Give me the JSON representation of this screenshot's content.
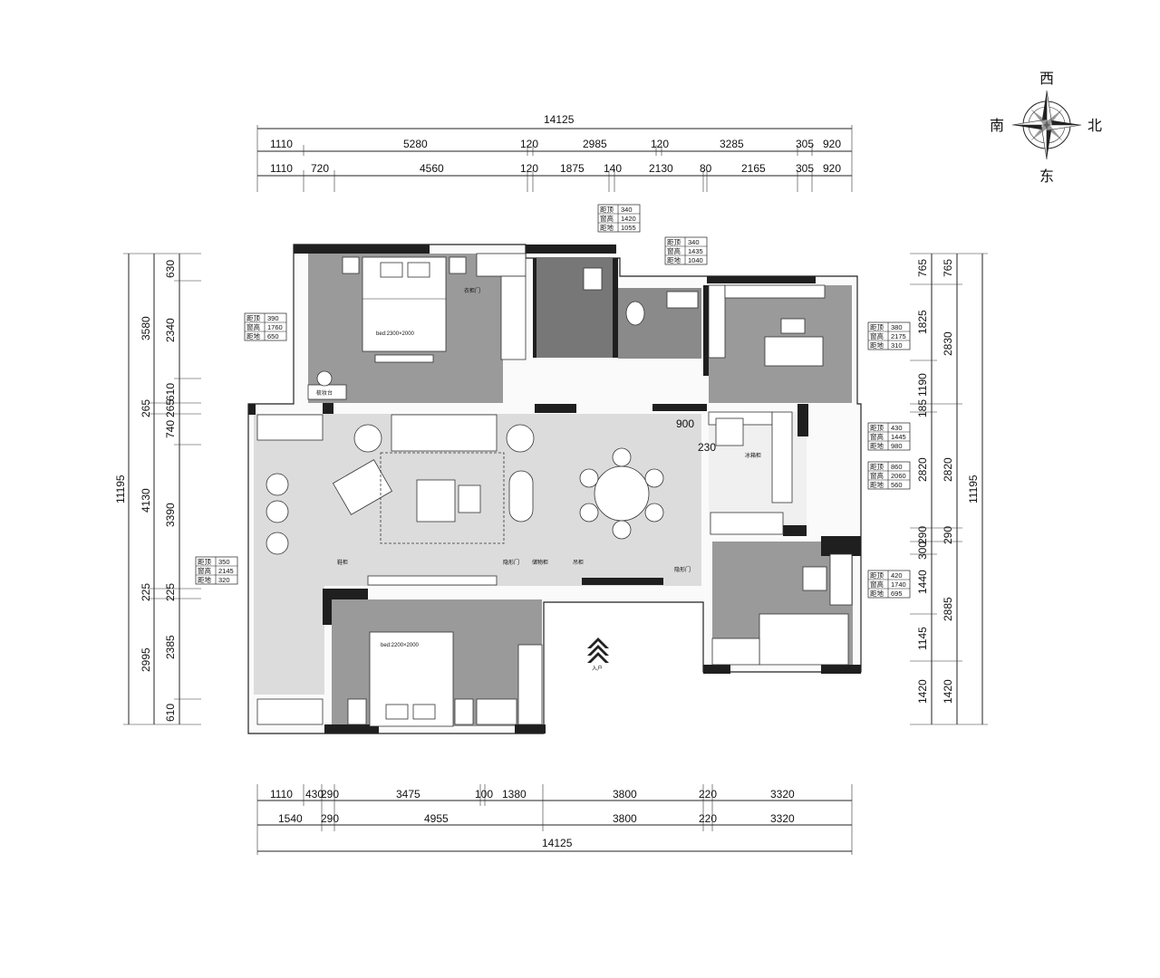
{
  "compass": {
    "north": "北",
    "south": "南",
    "east": "东",
    "west": "西"
  },
  "dims_top": {
    "total": "14125",
    "row1": [
      "1110",
      "5280",
      "120",
      "2985",
      "120",
      "3285",
      "305",
      "920"
    ],
    "row2": [
      "1110",
      "720",
      "4560",
      "120",
      "1875",
      "140",
      "2130",
      "80",
      "2165",
      "305",
      "920"
    ]
  },
  "dims_bottom": {
    "row1": [
      "1110",
      "430",
      "290",
      "3475",
      "100",
      "1380",
      "3800",
      "220",
      "3320"
    ],
    "row2": [
      "1540",
      "290",
      "4955",
      "3800",
      "220",
      "3320"
    ],
    "total": "14125"
  },
  "dims_left": {
    "total": "11195",
    "outer": [
      "3580",
      "265",
      "4130",
      "225",
      "2995"
    ],
    "inner": [
      "630",
      "2340",
      "610",
      "265",
      "740",
      "3390",
      "225",
      "2385",
      "610"
    ]
  },
  "dims_right": {
    "total": "11195",
    "inner": [
      "765",
      "1825",
      "1190",
      "185",
      "2820",
      "290",
      "300",
      "1440",
      "1145",
      "1420"
    ],
    "outer": [
      "765",
      "2830",
      "2820",
      "290",
      "2885",
      "1420"
    ]
  },
  "window_tables": [
    {
      "rows": [
        [
          "距顶",
          "340"
        ],
        [
          "窗高",
          "1420"
        ],
        [
          "距地",
          "1055"
        ]
      ]
    },
    {
      "rows": [
        [
          "距顶",
          "340"
        ],
        [
          "窗高",
          "1435"
        ],
        [
          "距地",
          "1040"
        ]
      ]
    },
    {
      "rows": [
        [
          "距顶",
          "390"
        ],
        [
          "窗高",
          "1760"
        ],
        [
          "距地",
          "650"
        ]
      ]
    },
    {
      "rows": [
        [
          "距顶",
          "380"
        ],
        [
          "窗高",
          "2175"
        ],
        [
          "距地",
          "310"
        ]
      ]
    },
    {
      "rows": [
        [
          "距顶",
          "430"
        ],
        [
          "窗高",
          "1445"
        ],
        [
          "距地",
          "980"
        ]
      ]
    },
    {
      "rows": [
        [
          "距顶",
          "860"
        ],
        [
          "窗高",
          "2060"
        ],
        [
          "距地",
          "560"
        ]
      ]
    },
    {
      "rows": [
        [
          "距顶",
          "350"
        ],
        [
          "窗高",
          "2145"
        ],
        [
          "距地",
          "320"
        ]
      ]
    },
    {
      "rows": [
        [
          "距顶",
          "420"
        ],
        [
          "窗高",
          "1740"
        ],
        [
          "距地",
          "695"
        ]
      ]
    }
  ],
  "plan_labels": {
    "bed_top": "bed:2300×2000",
    "bed_bottom": "bed:2200×2000",
    "dresser": "梳妆台",
    "closet_door": "衣柜门",
    "shoe_cab": "鞋柜",
    "storage": "储物柜",
    "hang": "吊柜",
    "hidden_door1": "隐形门",
    "hidden_door2": "隐形门",
    "fridge": "冰箱柜",
    "dim900": "900",
    "dim230": "230",
    "entry": "入户"
  }
}
